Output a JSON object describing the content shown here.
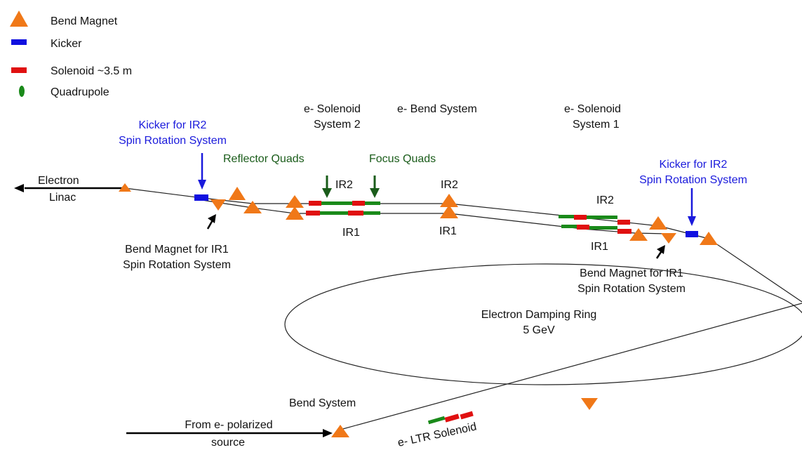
{
  "legend": {
    "bend_magnet": "Bend Magnet",
    "kicker": "Kicker",
    "solenoid": "Solenoid ~3.5 m",
    "quadrupole": "Quadrupole"
  },
  "labels": {
    "solenoid_sys2_l1": "e- Solenoid",
    "solenoid_sys2_l2": "System 2",
    "bend_system_top": "e- Bend System",
    "solenoid_sys1_l1": "e- Solenoid",
    "solenoid_sys1_l2": "System 1",
    "kicker_left_l1": "Kicker for IR2",
    "kicker_left_l2": "Spin Rotation System",
    "kicker_right_l1": "Kicker for IR2",
    "kicker_right_l2": "Spin Rotation System",
    "reflector_quads": "Reflector Quads",
    "focus_quads": "Focus Quads",
    "electron_linac_l1": "Electron",
    "electron_linac_l2": "Linac",
    "ir2_a": "IR2",
    "ir2_b": "IR2",
    "ir2_c": "IR2",
    "ir1_a": "IR1",
    "ir1_b": "IR1",
    "ir1_c": "IR1",
    "bend_ir1_left_l1": "Bend Magnet for IR1",
    "bend_ir1_left_l2": "Spin Rotation System",
    "bend_ir1_right_l1": "Bend Magnet for IR1",
    "bend_ir1_right_l2": "Spin Rotation System",
    "ring_l1": "Electron Damping Ring",
    "ring_l2": "5 GeV",
    "bend_system_bottom": "Bend System",
    "from_source_l1": "From e- polarized",
    "from_source_l2": "source",
    "ltr_solenoid": "e- LTR Solenoid"
  },
  "colors": {
    "bend_magnet": "#f07818",
    "kicker": "#1010e0",
    "solenoid": "#e01010",
    "quadrupole": "#1a8a1a",
    "annotation_blue": "#1a1adc",
    "annotation_green": "#1a5c1a"
  }
}
